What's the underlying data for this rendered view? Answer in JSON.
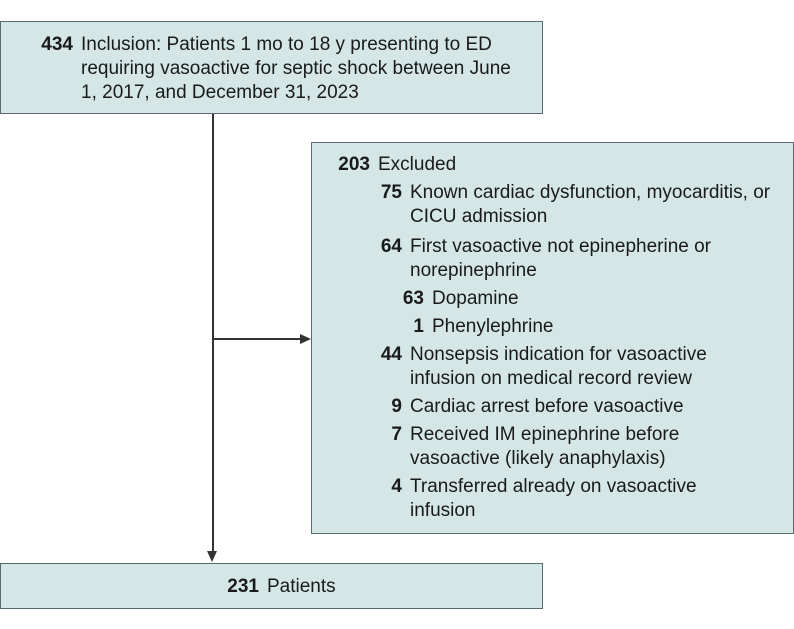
{
  "inclusion": {
    "count": "434",
    "text": "Inclusion: Patients 1 mo to 18 y presenting to ED requiring vasoactive for septic shock between June 1, 2017, and December 31, 2023"
  },
  "excluded": {
    "count": "203",
    "label": "Excluded",
    "items": [
      {
        "count": "75",
        "text": "Known cardiac dysfunction, myocarditis, or CICU admission"
      },
      {
        "count": "64",
        "text": "First vasoactive not epinepherine or norepinephrine"
      },
      {
        "count": "63",
        "text": "Dopamine"
      },
      {
        "count": "1",
        "text": "Phenylephrine"
      },
      {
        "count": "44",
        "text": "Nonsepsis indication for vasoactive infusion on medical record review"
      },
      {
        "count": "9",
        "text": "Cardiac arrest before vasoactive"
      },
      {
        "count": "7",
        "text": "Received IM epinephrine before vasoactive (likely anaphylaxis)"
      },
      {
        "count": "4",
        "text": "Transferred already on vasoactive infusion"
      }
    ]
  },
  "final": {
    "count": "231",
    "text": "Patients"
  },
  "colors": {
    "box_fill": "#d4e6e6",
    "box_border": "#5a6a70",
    "line": "#333333"
  }
}
